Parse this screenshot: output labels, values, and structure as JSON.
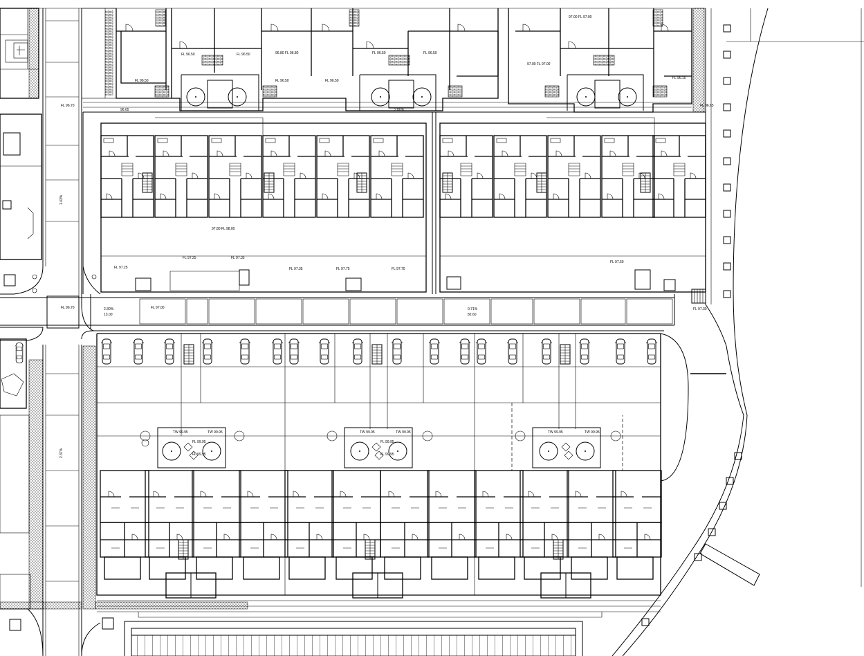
{
  "elevations": {
    "top_left": [
      "FL 96.50",
      "FL 96.50",
      "FL 96.50",
      "FL 96.50",
      "FL 96.50",
      "FL 96.50",
      "FL 96.50"
    ],
    "top_left_pair": "96.80 FL 96.80",
    "top_right_pair": "97.00 FL 97.00",
    "top_right_pair_b": "97.00 FL 97.00",
    "top_right_single": "FL 96.10",
    "road_left": "FL 96.70",
    "road_right": "FL 96.65",
    "road_corner_small": "96.65",
    "grade_mid": "2.00%",
    "mid_block": "97.80 FL 98.00",
    "mid_block_small": [
      "FL 97.25",
      "FL 97.25",
      "FL 97.35",
      "FL 97.35",
      "FL 97.75",
      "FL 97.70",
      "FL 97.50"
    ],
    "road_mid_left": "FL 96.70",
    "road_mid_1": "FL 97.00",
    "road_mid_right": "FL 97.30"
  },
  "grades": {
    "left": {
      "slope": "2.30%",
      "length": "13.00"
    },
    "center": {
      "slope": "0.71%",
      "length": "82.60"
    },
    "vertical_upper": "1.43%",
    "vertical_lower": "2.37%"
  },
  "court_labels": {
    "left": [
      "TW 99.95",
      "TW 99.95",
      "FL 99.95",
      "FL 99.95"
    ],
    "center": [
      "TW 99.95",
      "TW 99.95",
      "FL 99.95",
      "FL 99.95"
    ],
    "right": [
      "TW 99.95",
      "TW 99.95"
    ]
  }
}
